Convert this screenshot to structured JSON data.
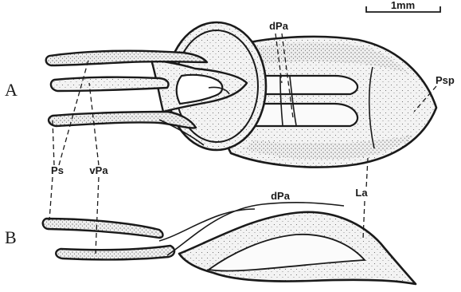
{
  "scale_bar": {
    "label": "1mm"
  },
  "panels": [
    {
      "letter": "A"
    },
    {
      "letter": "B"
    }
  ],
  "labels": {
    "dPa_top": "dPa",
    "Psp": "Psp",
    "Ps": "Ps",
    "vPa": "vPa",
    "dPa_bottom": "dPa",
    "La": "La"
  },
  "colors": {
    "ink": "#1a1a1a",
    "stipple_fill": "#f1f1f1",
    "background": "#ffffff"
  }
}
